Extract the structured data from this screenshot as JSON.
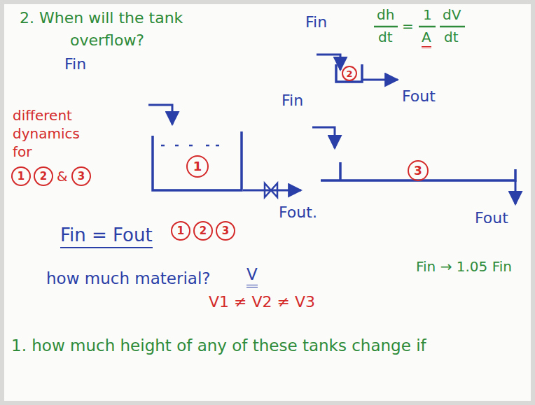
{
  "diagram": {
    "title": "2. When will the tank overflow?",
    "nodes": [
      {
        "text": [
          "2"
        ]
      },
      {
        "text": [
          "1"
        ]
      },
      {
        "text": [
          "3"
        ]
      }
    ],
    "labels": [
      "Fin",
      "different dynamics for",
      "1",
      "2",
      "&",
      "3",
      "Fin",
      "Fout.",
      "Fin",
      "dh",
      "dt",
      "=",
      "1",
      "A",
      "dV",
      "dt",
      "Fout",
      "Fout",
      "Fin = Fout",
      "1",
      "2",
      "3",
      "how much material?",
      "V",
      "V1 ≠ V2 ≠ V3",
      "Fin → 1.05 Fin",
      "1. how much height of any of these tanks change if"
    ]
  }
}
